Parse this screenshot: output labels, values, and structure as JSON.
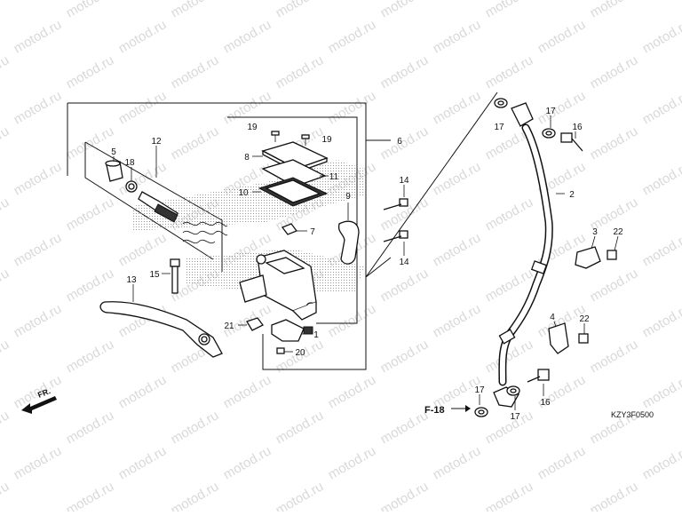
{
  "watermark": {
    "text": "motod.ru"
  },
  "diagram": {
    "code": "KZY3F0500",
    "direction": "FR.",
    "reference": "F-18",
    "labels": {
      "p1": "1",
      "p2": "2",
      "p3": "3",
      "p4": "4",
      "p5": "5",
      "p6": "6",
      "p7": "7",
      "p8": "8",
      "p9": "9",
      "p10": "10",
      "p11": "11",
      "p12": "12",
      "p13": "13",
      "p14a": "14",
      "p14b": "14",
      "p15": "15",
      "p16a": "16",
      "p16b": "16",
      "p17a": "17",
      "p17b": "17",
      "p17c": "17",
      "p17d": "17",
      "p18": "18",
      "p19a": "19",
      "p19b": "19",
      "p20": "20",
      "p21": "21",
      "p22a": "22",
      "p22b": "22"
    }
  }
}
